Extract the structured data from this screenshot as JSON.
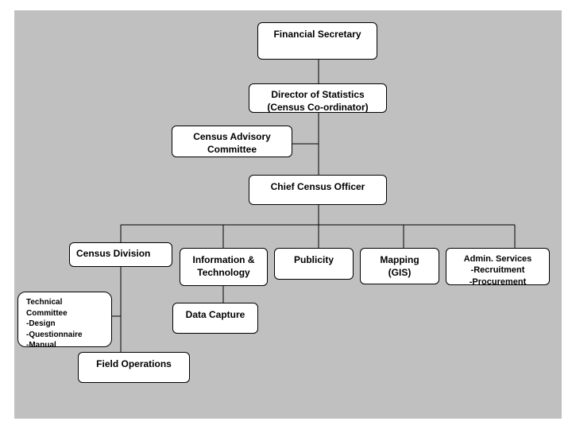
{
  "org_chart": {
    "financial_secretary": "Financial Secretary",
    "director": "Director of Statistics\n(Census Co-ordinator)",
    "advisory": "Census Advisory\nCommittee",
    "chief": "Chief Census Officer",
    "division": "Census Division",
    "it": "Information &\nTechnology",
    "publicity": "Publicity",
    "mapping": "Mapping\n(GIS)",
    "admin": "Admin. Services\n-Recruitment\n-Procurement",
    "technical": "Technical\nCommittee\n-Design\n-Questionnaire\n-Manual",
    "data_capture": "Data Capture",
    "field_ops": "Field Operations"
  },
  "colors": {
    "background": "#c0c0c0",
    "box": "#ffffff",
    "line": "#000000"
  }
}
